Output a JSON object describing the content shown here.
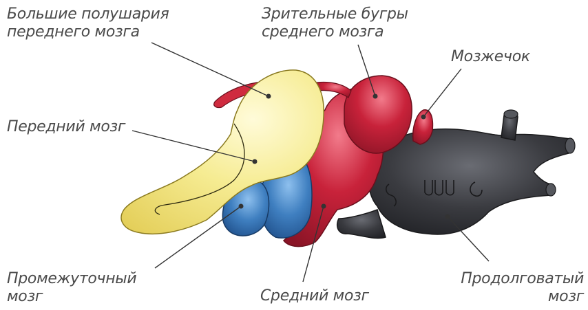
{
  "labels": {
    "cerebral_hemispheres": [
      "Большие полушария",
      "переднего мозга"
    ],
    "optic_lobes": [
      "Зрительные бугры",
      "среднего мозга"
    ],
    "cerebellum": "Мозжечок",
    "forebrain": "Передний мозг",
    "diencephalon": [
      "Промежуточный",
      "мозг"
    ],
    "midbrain": "Средний мозг",
    "medulla": [
      "Продолговатый",
      "мозг"
    ]
  },
  "colors": {
    "forebrain_yellow": "#f5eb8e",
    "diencephalon_blue": "#3f7fc0",
    "midbrain_red": "#c8223a",
    "medulla_dark": "#3a3b40",
    "label_text": "#4a4a4a",
    "leader_line": "#333333"
  }
}
